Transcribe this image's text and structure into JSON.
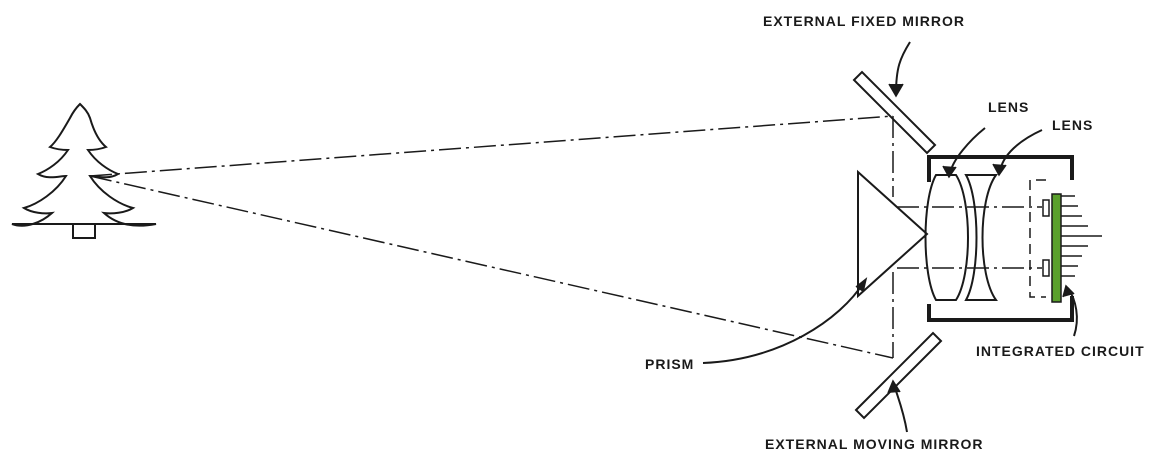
{
  "labels": {
    "external_fixed_mirror": "EXTERNAL FIXED MIRROR",
    "lens_1": "LENS",
    "lens_2": "LENS",
    "prism": "PRISM",
    "integrated_circuit": "INTEGRATED CIRCUIT",
    "external_moving_mirror": "EXTERNAL MOVING MIRROR"
  },
  "colors": {
    "line": "#1a1a1a",
    "integrated_circuit": "#5aa02c"
  }
}
